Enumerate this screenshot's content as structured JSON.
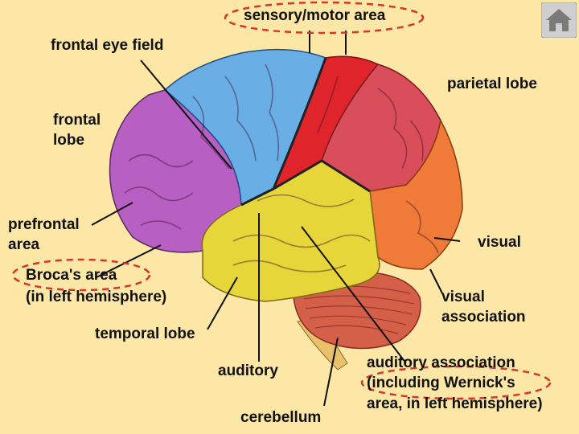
{
  "labels": {
    "sensory_motor_area": "sensory/motor area",
    "frontal_eye_field": "frontal eye field",
    "parietal_lobe": "parietal lobe",
    "frontal_lobe_line1": "frontal",
    "frontal_lobe_line2": "lobe",
    "prefrontal_area_line1": "prefrontal",
    "prefrontal_area_line2": "area",
    "visual": "visual",
    "brocas_area": "Broca's area",
    "brocas_area_note": "(in left hemisphere)",
    "visual_association_line1": "visual",
    "visual_association_line2": "association",
    "temporal_lobe": "temporal lobe",
    "auditory": "auditory",
    "auditory_association": "auditory association",
    "wernicke_line1": "(including Wernick's",
    "wernicke_line2": "area, in left hemisphere)",
    "cerebellum": "cerebellum"
  },
  "colors": {
    "background": "#fce7a6",
    "frontal_lobe": "#b85fc4",
    "frontal_eye_field": "#6aaee6",
    "motor_cortex": "#e0242b",
    "parietal_lobe": "#d94e5a",
    "temporal_lobe": "#e6d63a",
    "occipital_lobe": "#f07a38",
    "cerebellum": "#d4604a",
    "highlight_outline": "#d9342b"
  },
  "home_icon": "home-icon"
}
